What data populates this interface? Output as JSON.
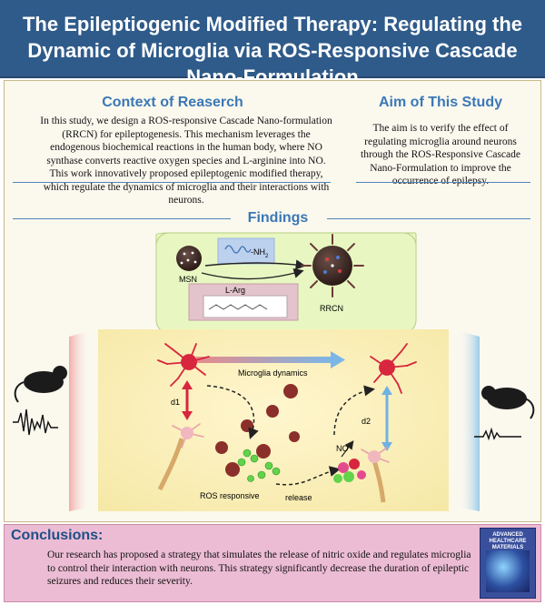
{
  "header": {
    "title": "The Epileptiogenic Modified Therapy: Regulating the Dynamic of Microglia via ROS-Responsive Cascade Nano-Formulation"
  },
  "context": {
    "heading": "Context of Reaserch",
    "text": "In this study, we design a ROS-responsive Cascade Nano-formulation (RRCN) for epileptogenesis. This mechanism leverages the endogenous biochemical reactions in the human body, where NO synthase converts reactive oxygen species and L-arginine into NO. This work innovatively proposed epileptogenic modified therapy, which regulate the dynamics of microglia and their interactions with neurons."
  },
  "aim": {
    "heading": "Aim of This Study",
    "text": "The aim is to verify the effect of regulating microglia around neurons through the ROS-Responsive Cascade Nano-Formulation to improve the occurrence of epilepsy."
  },
  "findings": {
    "heading": "Findings",
    "labels": {
      "msn": "MSN",
      "nh2": "-NH",
      "nh2_sub": "2",
      "larg": "L-Arg",
      "rrcn": "RRCN",
      "microglia": "Microglia dynamics",
      "d1": "d1",
      "d2": "d2",
      "no": "NO",
      "ros": "ROS responsive",
      "release": "release"
    }
  },
  "conclusions": {
    "heading": "Conclusions:",
    "text": "Our research has proposed a strategy that simulates the release of nitric oxide and regulates microglia to control their interaction with neurons. This strategy significantly decrease the duration of epileptic seizures and reduces their severity."
  },
  "journal": {
    "name": "ADVANCED HEALTHCARE MATERIALS"
  },
  "colors": {
    "header": "#2f5b8a",
    "accent": "#3b78b5",
    "conclusion_bg": "#ecbcd4"
  }
}
